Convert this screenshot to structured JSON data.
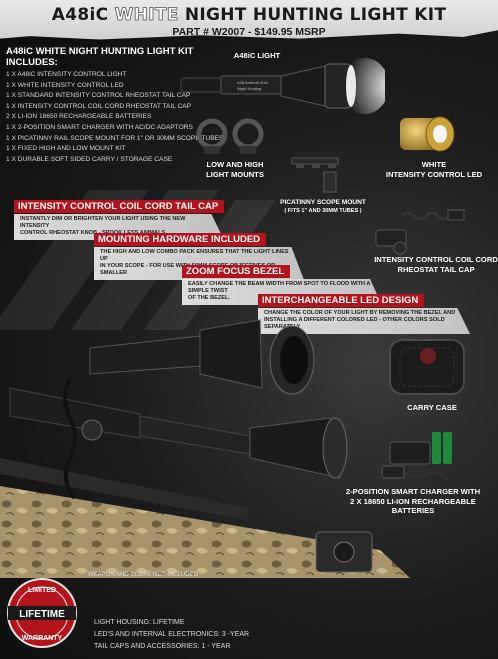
{
  "header": {
    "title_prefix": "A48iC",
    "title_highlight": "WHITE",
    "title_suffix": "NIGHT HUNTING LIGHT KIT",
    "subtitle": "PART # W2007  -  $149.95 MSRP"
  },
  "includes": {
    "heading": "A48iC  WHITE NIGHT HUNTING LIGHT KIT INCLUDES:",
    "items": [
      "1 X A48iC INTENSITY CONTROL LIGHT",
      "1 X WHITE INTENSITY CONTROL LED",
      "1 X STANDARD INTENSITY CONTROL RHEOSTAT TAIL CAP",
      "1 X INTENSITY CONTROL COIL CORD RHEOSTAT TAIL CAP",
      "2 X LI-ION 18650 RECHARGEABLE BATTERIES",
      "1 X 2-POSITION SMART CHARGER WITH AC/DC ADAPTORS",
      "1 X PICATINNY RAIL SCOPE MOUNT FOR 1\" OR 30MM SCOPE TUBES",
      "1 X FIXED HIGH AND LOW  MOUNT KIT",
      "1 X DURABLE SOFT SIDED CARRY / STORAGE CASE"
    ]
  },
  "products": {
    "light_label": "A48iC LIGHT",
    "light_engraving_1": "A48 Ambush Extr",
    "light_engraving_2": "Night Hunting",
    "mounts_label_1": "LOW  AND  HIGH",
    "mounts_label_2": "LIGHT  MOUNTS",
    "led_label_1": "WHITE",
    "led_label_2": "INTENSITY CONTROL LED",
    "scope_mount_label": "PICATINNY SCOPE MOUNT",
    "scope_mount_sub": "( FITS 1\" AND 30MM TUBES )",
    "tailcap_label_1": "INTENSITY CONTROL COIL CORD",
    "tailcap_label_2": "RHEOSTAT TAIL CAP",
    "case_label": "CARRY CASE",
    "charger_label_1": "2-POSITION SMART CHARGER WITH",
    "charger_label_2": "2 X 18650 LI-ION RECHARGEABLE BATTERIES"
  },
  "features": [
    {
      "title": "INTENSITY CONTROL COIL CORD TAIL CAP",
      "text_1": "INSTANTLY DIM OR BRIGHTEN YOUR LIGHT USING THE NEW INTENSITY",
      "text_2": "CONTROL RHEOSTAT KNOB - SPOOK LESS ANIMALS"
    },
    {
      "title": "MOUNTING HARDWARE  INCLUDED",
      "text_1": "THE HIGH AND LOW COMBO PACK ENSURES THAT THE LIGHT LINES UP",
      "text_2": "IN YOUR SCOPE - FOR USE WITH 50MM SCOPE OBJECTIVES OR SMALLER"
    },
    {
      "title": "ZOOM FOCUS BEZEL",
      "text_1": "EASILY CHANGE THE BEAM WIDTH FROM SPOT TO FLOOD WITH A SIMPLE TWIST",
      "text_2": "OF THE BEZEL."
    },
    {
      "title": "INTERCHANGEABLE LED DESIGN",
      "text_1": "CHANGE THE COLOR OF YOUR LIGHT BY REMOVING THE BEZEL AND",
      "text_2": "INSTALLING A DIFFERENT COLORED LED - OTHER COLORS SOLD SEPARATELY"
    }
  ],
  "footer": {
    "not_included": "WEAPON AND SCOPE NOT INCLUDED",
    "badge_top": "LIMITED",
    "badge_main": "LIFETIME",
    "badge_bottom": "WARRANTY",
    "warranty_lines": [
      "LIGHT HOUSING: LIFETIME",
      "LED'S AND INTERNAL ELECTRONICS: 3 -YEAR",
      "TAIL CAPS AND ACCESSORIES: 1 - YEAR"
    ]
  },
  "colors": {
    "accent_red": "#b3141c",
    "led_gold": "#c9a23a",
    "camo_tan": "#a8946a"
  }
}
